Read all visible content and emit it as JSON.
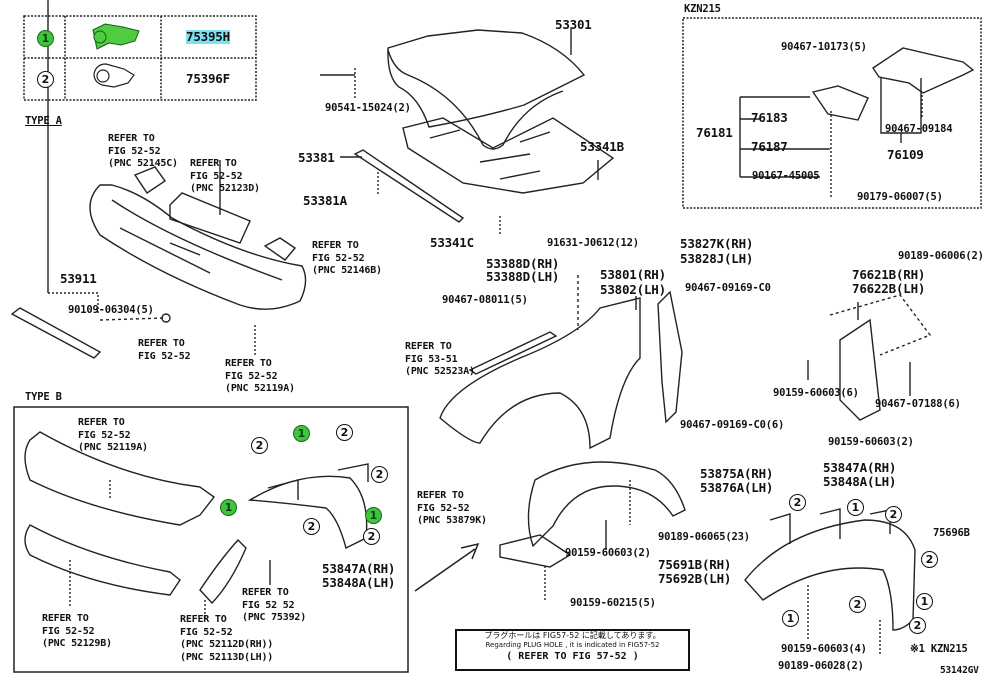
{
  "clip_table": {
    "rows": [
      {
        "ref": "1",
        "part_no": "75395H",
        "highlighted": true,
        "color": "#3fc43f"
      },
      {
        "ref": "2",
        "part_no": "75396F",
        "highlighted": false
      }
    ]
  },
  "sections": {
    "type_a": "TYPE A",
    "type_b": "TYPE B",
    "kzn215": "KZN215",
    "footnote": "※1 KZN215",
    "figure_id": "53142GV"
  },
  "hood": {
    "hood_panel": "53301",
    "hood_insulator": "53341B",
    "insulator_clip": "53341C",
    "cushion": "90541-15024(2)",
    "seal": "53381",
    "seal_clip": "53381A",
    "screw": "91631-J0612(12)"
  },
  "scoop": {
    "clip_top": "90467-10173(5)",
    "assy": "76181",
    "part_a": "76183",
    "part_b": "76187",
    "clip_a": "90167-45005",
    "clip_b": "90179-06007(5)",
    "clip_c": "90467-09184",
    "scoop_sub": "76109"
  },
  "type_a_bumper": {
    "ref_1": [
      "REFER TO",
      "FIG 52-52",
      "(PNC 52145C)"
    ],
    "ref_2": [
      "REFER TO",
      "FIG 52-52",
      "(PNC 52123D)"
    ],
    "ref_3": [
      "REFER TO",
      "FIG 52-52",
      "(PNC 52146B)"
    ],
    "ref_4": [
      "REFER TO",
      "FIG 52-52"
    ],
    "ref_5": [
      "REFER TO",
      "FIG 52-52",
      "(PNC 52119A)"
    ],
    "protector": "53911",
    "protector_clip": "90109-06304(5)"
  },
  "fender": {
    "molding": [
      "53388D(RH)",
      "53388D(LH)"
    ],
    "molding_clip": "90467-08011(5)",
    "ref": [
      "REFER TO",
      "FIG 53-51",
      "(PNC 52523A)"
    ],
    "fender_panel": [
      "53801(RH)",
      "53802(LH)"
    ],
    "seal": [
      "53827K(RH)",
      "53828J(LH)"
    ],
    "seal_clip_top": "90467-09169-C0",
    "seal_clip_bottom": "90467-09169-C0(6)"
  },
  "mudguard": {
    "clip_top": "90189-06006(2)",
    "guard": [
      "76621B(RH)",
      "76622B(LH)"
    ],
    "screw_left": "90159-60603(6)",
    "clip_right": "90467-07188(6)",
    "screw_bottom": "90159-60603(2)"
  },
  "type_b": {
    "ref_1": [
      "REFER TO",
      "FIG 52-52",
      "(PNC 52119A)"
    ],
    "ref_2": [
      "REFER TO",
      "FIG 52-52",
      "(PNC 52129B)"
    ],
    "ref_3": [
      "REFER TO",
      "FIG 52 52",
      "(PNC 75392)"
    ],
    "ref_4": [
      "REFER TO",
      "FIG 52-52",
      "(PNC 52112D(RH))",
      "(PNC 52113D(LH))"
    ],
    "liner": [
      "53847A(RH)",
      "53848A(LH)"
    ],
    "callouts": [
      "2",
      "1",
      "2",
      "2",
      "1",
      "2",
      "1",
      "2"
    ]
  },
  "liner": {
    "ref": [
      "REFER TO",
      "FIG 52-52",
      "(PNC 53879K)"
    ],
    "liner_part": [
      "53875A(RH)",
      "53876A(LH)"
    ],
    "clip_a": "90189-06065(23)",
    "screw_a": "90159-60603(2)",
    "screw_b": "90159-60215(5)"
  },
  "flare": {
    "molding": [
      "75691B(RH)",
      "75692B(LH)"
    ],
    "liner": [
      "53847A(RH)",
      "53848A(LH)"
    ],
    "emblem": "75696B",
    "screw": "90159-60603(4)",
    "clip": "90189-06028(2)",
    "callouts": [
      "2",
      "1",
      "2",
      "2",
      "1",
      "2",
      "2",
      "1"
    ]
  },
  "note": {
    "jp": "プラグホールは FIG57-52 に記載してあります。",
    "en": "Regarding PLUG HOLE , it is indicated in FIG57-52",
    "ref": "( REFER TO FIG 57-52 )"
  }
}
